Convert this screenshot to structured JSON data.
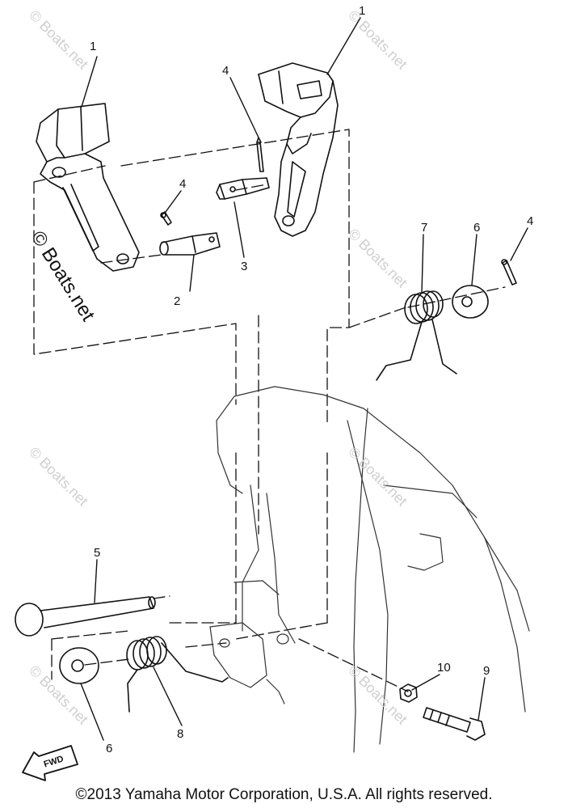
{
  "callouts": {
    "c1a": "1",
    "c1b": "1",
    "c2": "2",
    "c3": "3",
    "c4a": "4",
    "c4b": "4",
    "c4c": "4",
    "c5": "5",
    "c6a": "6",
    "c6b": "6",
    "c7": "7",
    "c8": "8",
    "c9": "9",
    "c10": "10"
  },
  "watermark": {
    "main": "© Boats.net",
    "faint": "© Boats.net"
  },
  "fwd_label": "FWD",
  "copyright": "©2013 Yamaha Motor Corporation, U.S.A. All rights reserved."
}
